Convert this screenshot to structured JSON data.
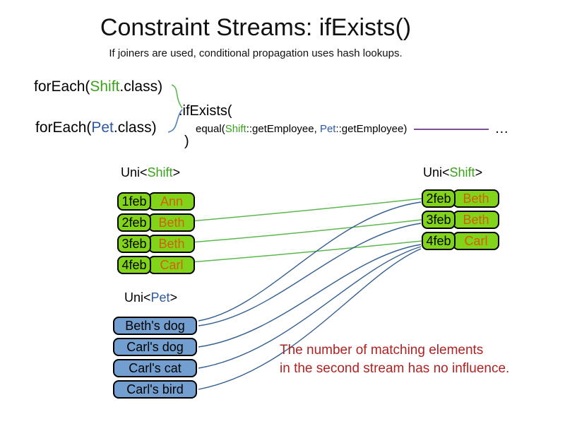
{
  "slide": {
    "title": "Constraint Streams: ifExists()",
    "subtitle": "If joiners are used, conditional propagation uses hash lookups."
  },
  "code": {
    "foreach_shift": {
      "prefix": "forEach(",
      "class_name": "Shift",
      "suffix": ".class)"
    },
    "foreach_pet": {
      "prefix": "forEach(",
      "class_name": "Pet",
      "suffix": ".class)"
    },
    "if_exists": ".ifExists(",
    "equal": {
      "prefix": "equal(",
      "shift_ref": "Shift",
      "mid": "::getEmployee, ",
      "pet_ref": "Pet",
      "suffix": "::getEmployee)"
    },
    "ellipsis": "…",
    "close_paren": ")"
  },
  "left_shift_table": {
    "header": {
      "prefix": "Uni<",
      "type_name": "Shift",
      "suffix": ">"
    },
    "rows": [
      {
        "date": "1feb",
        "name": "Ann"
      },
      {
        "date": "2feb",
        "name": "Beth"
      },
      {
        "date": "3feb",
        "name": "Beth"
      },
      {
        "date": "4feb",
        "name": "Carl"
      }
    ]
  },
  "right_shift_table": {
    "header": {
      "prefix": "Uni<",
      "type_name": "Shift",
      "suffix": ">"
    },
    "rows": [
      {
        "date": "2feb",
        "name": "Beth"
      },
      {
        "date": "3feb",
        "name": "Beth"
      },
      {
        "date": "4feb",
        "name": "Carl"
      }
    ]
  },
  "pet_table": {
    "header": {
      "prefix": "Uni<",
      "type_name": "Pet",
      "suffix": ">"
    },
    "items": [
      {
        "label": "Beth's dog"
      },
      {
        "label": "Carl's dog"
      },
      {
        "label": "Carl's cat"
      },
      {
        "label": "Carl's bird"
      }
    ]
  },
  "annotation": {
    "line1": "The number of matching elements",
    "line2": "in the second stream has no influence."
  },
  "colors": {
    "shift_green_text": "#3aa21a",
    "pet_blue_text": "#2c5aa0",
    "shift_box_fill": "#81d41a",
    "pet_box_fill": "#729fcf",
    "employee_orange": "#d2610e",
    "match_line_green": "#5cb84e",
    "match_line_blue": "#335f91",
    "continuation_line_purple": "#7a5096",
    "annotation_red": "#b02222"
  }
}
